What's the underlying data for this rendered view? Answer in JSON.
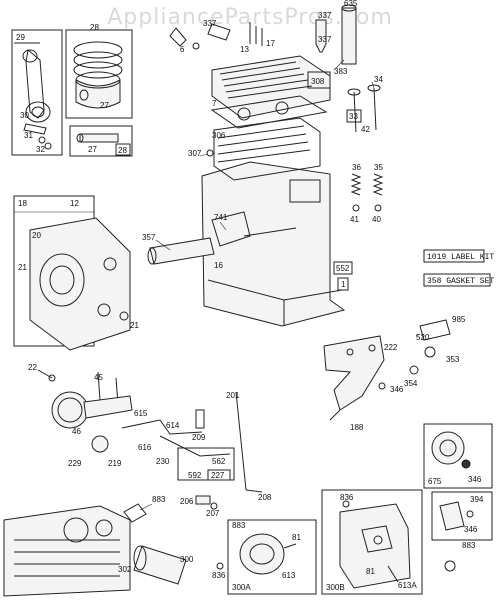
{
  "watermark": "AppliancePartsPros.com",
  "kits": {
    "label_kit": "1019 LABEL KIT",
    "gasket_set": "358 GASKET SET"
  },
  "boxes": {
    "b29": "29",
    "b28": "28",
    "b28b": "28",
    "b27": "27",
    "b18": "18",
    "b33": "33",
    "b308": "308",
    "b552": "552",
    "b1": "1",
    "b675": "675",
    "b394": "394",
    "b300a": "300A",
    "b300b": "300B",
    "b227": "227",
    "b562": "562",
    "b592": "592"
  },
  "labels": {
    "l635": "635",
    "l337": "337",
    "l383": "383",
    "l34": "34",
    "l13": "13",
    "l6": "6",
    "l17": "17",
    "l7": "7",
    "l306": "306",
    "l307": "307",
    "l42": "42",
    "l36": "36",
    "l35": "35",
    "l41": "41",
    "l40": "40",
    "l30": "30",
    "l31": "31",
    "l32": "32",
    "l12": "12",
    "l20": "20",
    "l21a": "21",
    "l21b": "21",
    "l357": "357",
    "l741": "741",
    "l16": "16",
    "l985": "985",
    "l520": "520",
    "l222": "222",
    "l353": "353",
    "l354": "354",
    "l346a": "346",
    "l188": "188",
    "l22": "22",
    "l45": "45",
    "l46": "46",
    "l201": "201",
    "l615": "615",
    "l614": "614",
    "l209": "209",
    "l616": "616",
    "l230": "230",
    "l229": "229",
    "l219": "219",
    "l206": "206",
    "l207": "207",
    "l208": "208",
    "l883a": "883",
    "l883b": "883",
    "l883c": "883",
    "l302": "302",
    "l300": "300",
    "l836a": "836",
    "l836b": "836",
    "l81a": "81",
    "l81b": "81",
    "l613a": "613",
    "l613b": "613A",
    "l346b": "346",
    "l346c": "346"
  }
}
